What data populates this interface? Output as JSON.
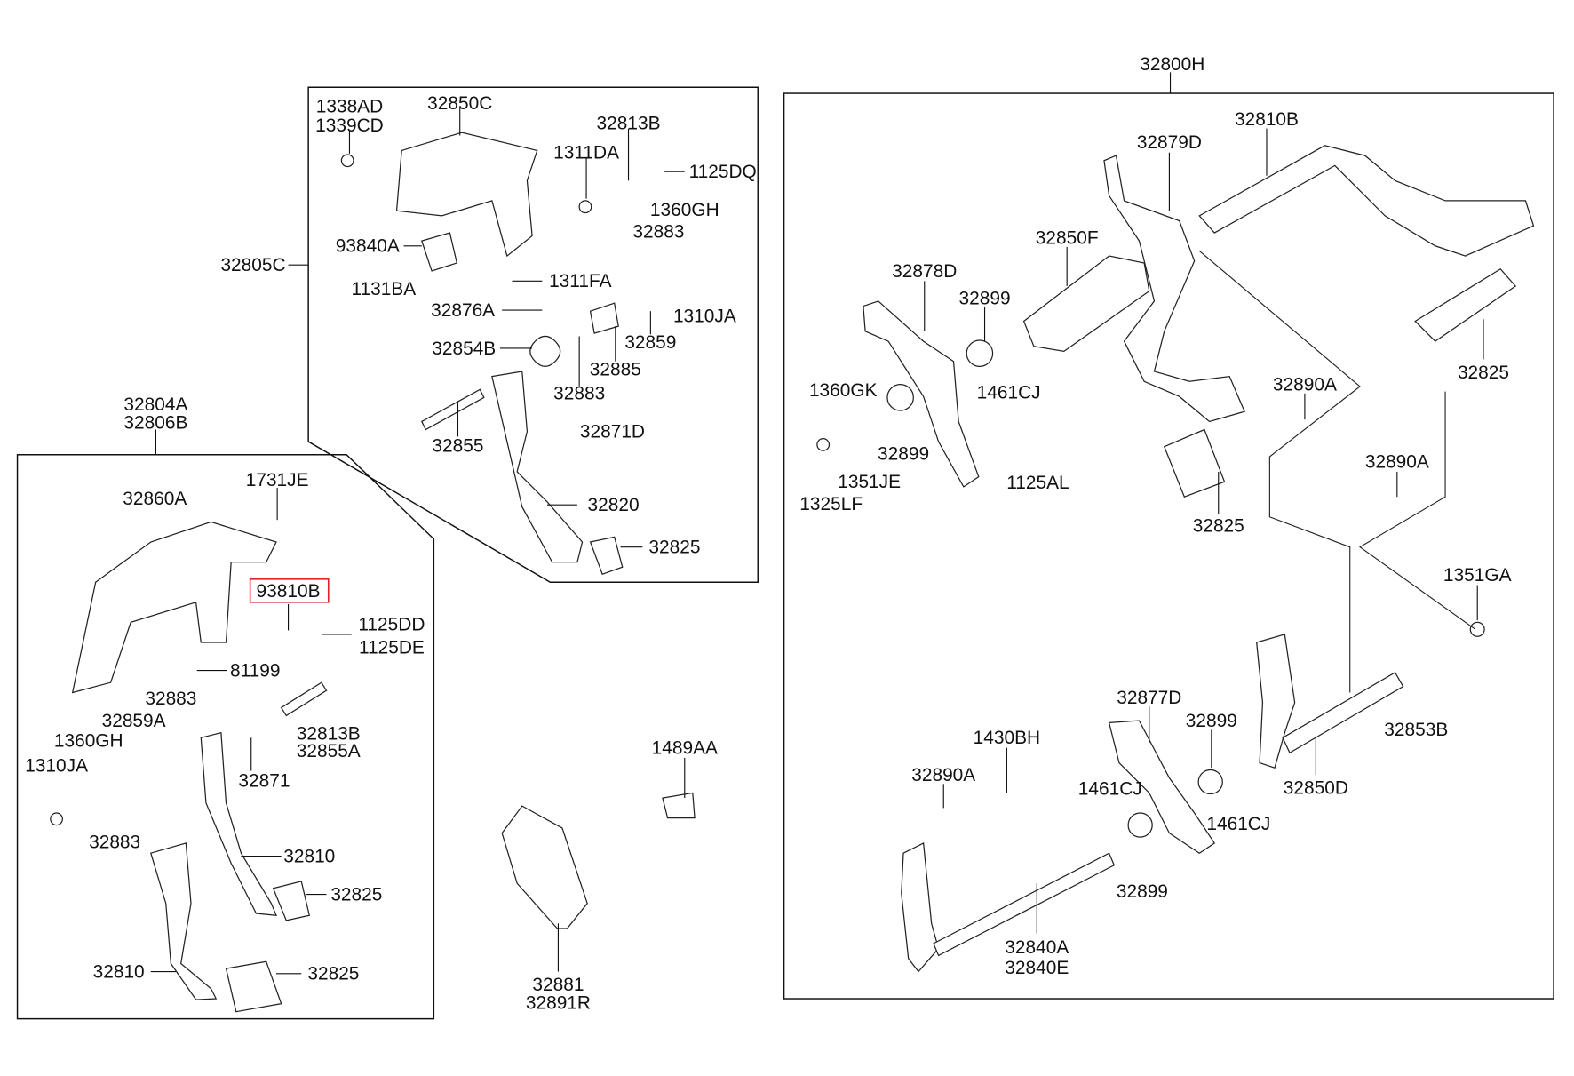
{
  "diagram": {
    "highlight_color": "#e02020",
    "highlighted_part": "93810B",
    "groups": {
      "upper_assembly": "32805C",
      "lower_assembly": [
        "32804A",
        "32806B"
      ],
      "right_assembly": "32800H"
    },
    "labels": [
      "1338AD",
      "1339CD",
      "32850C",
      "32813B",
      "1311DA",
      "1125DQ",
      "1360GH",
      "32883",
      "93840A",
      "32805C",
      "1311FA",
      "1131BA",
      "32876A",
      "1310JA",
      "32854B",
      "32859",
      "32885",
      "32883",
      "32871D",
      "32855",
      "32820",
      "32825",
      "32804A",
      "32806B",
      "1731JE",
      "32860A",
      "93810B",
      "1125DD",
      "1125DE",
      "81199",
      "32883",
      "32859A",
      "32813B",
      "32855A",
      "1360GH",
      "1310JA",
      "32871",
      "32883",
      "32810",
      "32825",
      "32810",
      "32825",
      "1489AA",
      "32881",
      "32891R",
      "32800H",
      "32810B",
      "32879D",
      "32850F",
      "32878D",
      "32899",
      "32825",
      "1360GK",
      "1461CJ",
      "32890A",
      "32899",
      "1351JE",
      "1125AL",
      "1325LF",
      "32890A",
      "32825",
      "1351GA",
      "32877D",
      "32899",
      "32853B",
      "1430BH",
      "32890A",
      "1461CJ",
      "1461CJ",
      "32850D",
      "32899",
      "32840A",
      "32840E"
    ]
  }
}
